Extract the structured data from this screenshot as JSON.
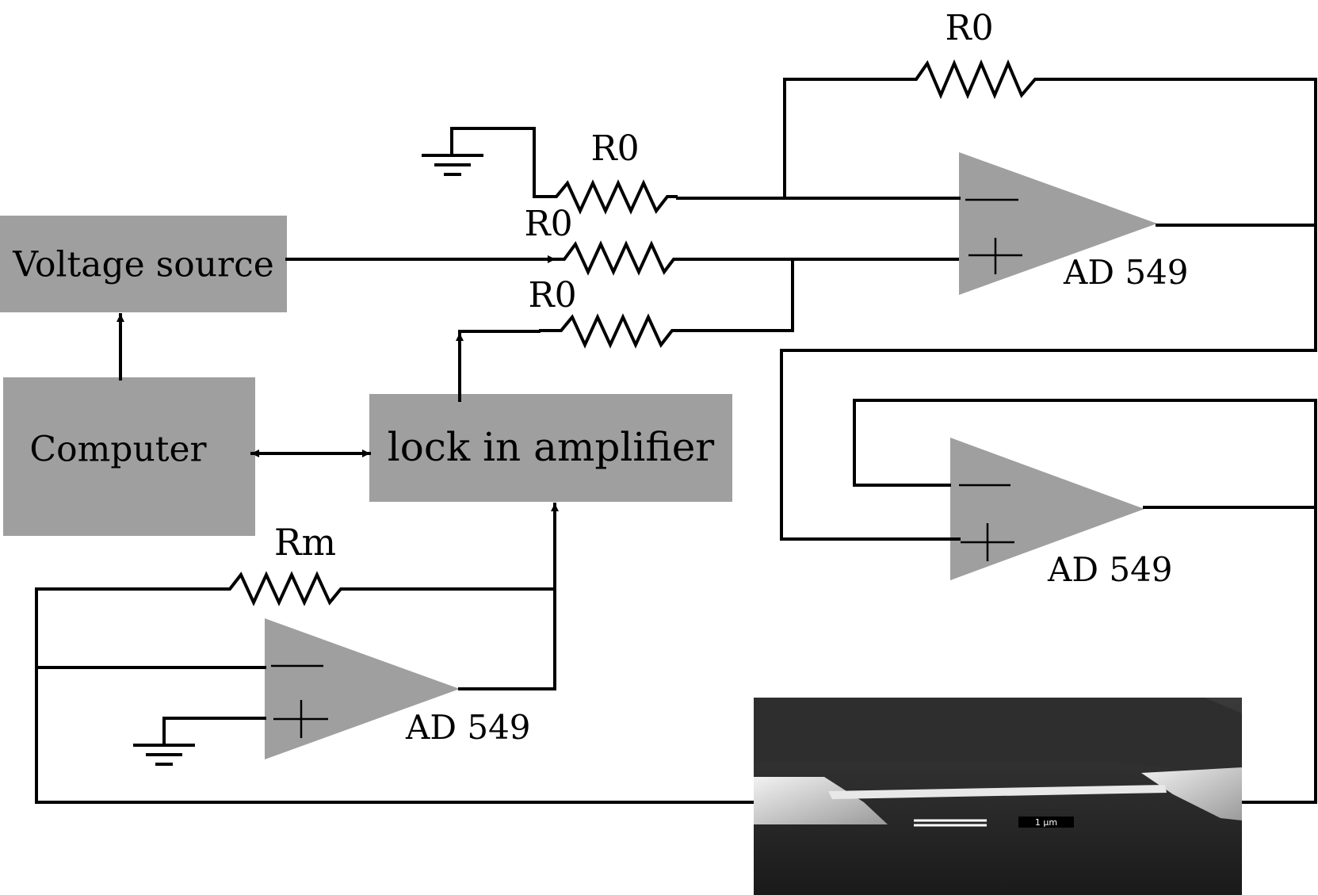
{
  "blocks": {
    "voltage_source": "Voltage source",
    "computer": "Computer",
    "lock_in": "lock in amplifier"
  },
  "resistors": {
    "feedback_top": "R0",
    "ground_input": "R0",
    "voltage_input": "R0",
    "lockin_input": "R0",
    "measure": "Rm"
  },
  "opamps": {
    "summing": "AD 549",
    "buffer": "AD 549",
    "transimpedance": "AD 549"
  },
  "sem_inset": {
    "scale_bar": "1 μm"
  },
  "colors": {
    "block_fill": "#9f9f9f",
    "wire": "#000000"
  }
}
